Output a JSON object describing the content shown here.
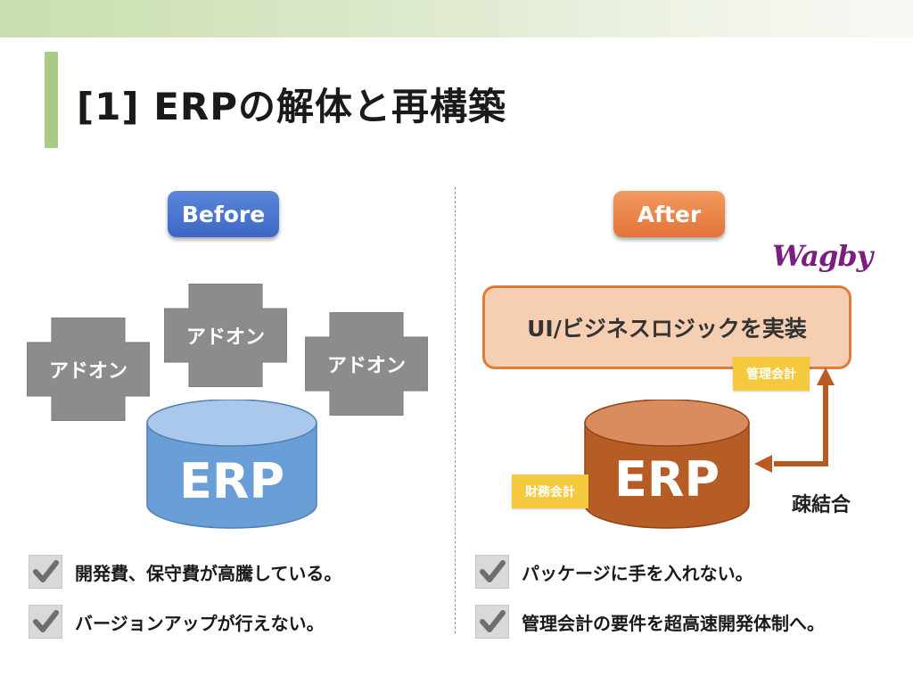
{
  "slide": {
    "title": "[1] ERPの解体と再構築"
  },
  "before": {
    "pill_label": "Before",
    "addons": [
      "アドオン",
      "アドオン",
      "アドオン"
    ],
    "erp_label": "ERP",
    "checks": [
      "開発費、保守費が高騰している。",
      "バージョンアップが行えない。"
    ]
  },
  "after": {
    "pill_label": "After",
    "logo_text": "Wagby",
    "ui_box_label": "UI/ビジネスロジックを実装",
    "tag_kanri": "管理会計",
    "tag_zaimu": "財務会計",
    "erp_label": "ERP",
    "loose_coupling_label": "疎結合",
    "checks": [
      "パッケージに手を入れない。",
      "管理会計の要件を超高速開発体制へ。"
    ]
  },
  "colors": {
    "before_accent": "#4a73cf",
    "after_accent": "#e2743a",
    "addon_gray": "#8c8c8c",
    "erp_blue": "#6a9ed6",
    "erp_brown": "#b65c25",
    "tag_yellow": "#f4c93e",
    "title_accent": "#a9cb84"
  },
  "icons": [
    "check-icon",
    "plus-shape",
    "cylinder-shape",
    "arrow-icon"
  ]
}
